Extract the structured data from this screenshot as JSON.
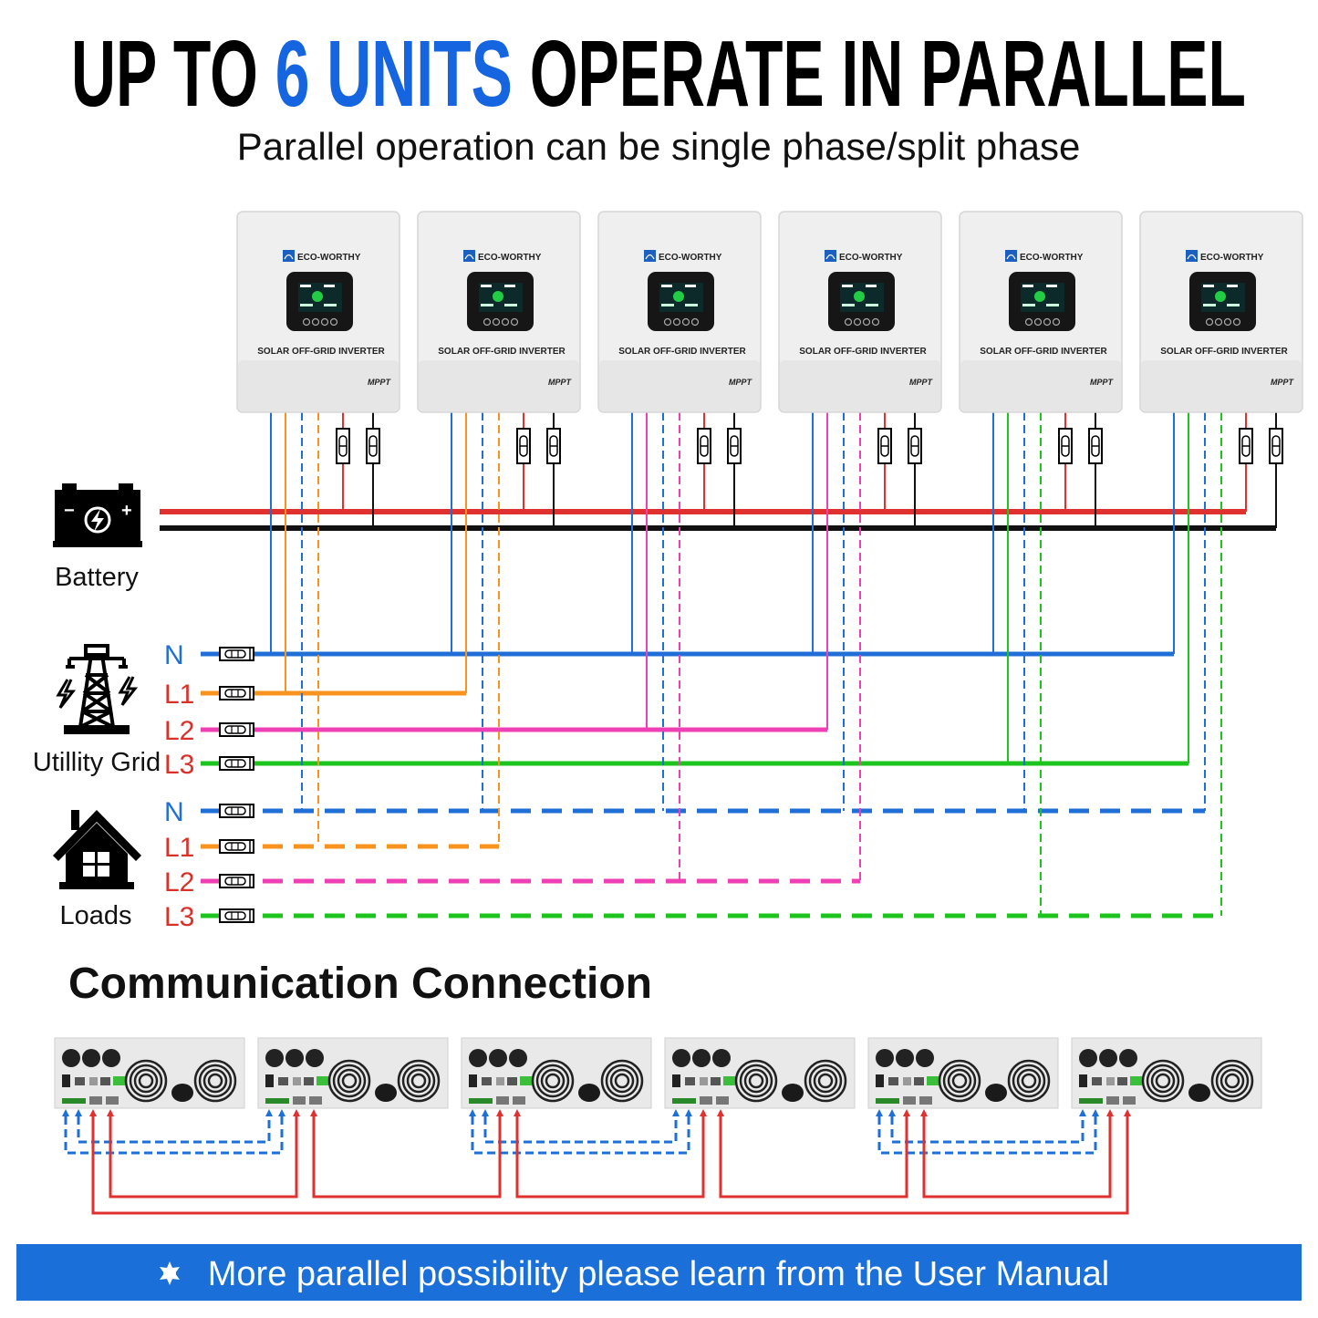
{
  "header": {
    "title_part1": "UP TO ",
    "title_highlight": "6 UNITS",
    "title_part2": " OPERATE IN PARALLEL",
    "subtitle": "Parallel operation can be single phase/split phase"
  },
  "inverter": {
    "count": 6,
    "brand": "ECO-WORTHY",
    "model_label": "SOLAR OFF-GRID INVERTER",
    "mppt_label": "MPPT",
    "phase_assignment": [
      "L1",
      "L1",
      "L2",
      "L2",
      "L3",
      "L3"
    ]
  },
  "sources": {
    "battery_label": "Battery",
    "grid_label": "Utillity Grid",
    "loads_label": "Loads",
    "grid_lines": [
      "N",
      "L1",
      "L2",
      "L3"
    ],
    "load_lines": [
      "N",
      "L1",
      "L2",
      "L3"
    ]
  },
  "communication": {
    "title": "Communication Connection"
  },
  "banner": {
    "icon": "gear-star-icon",
    "text": "More parallel possibility please learn from the User Manual"
  },
  "colors": {
    "accent_blue": "#1565e0",
    "neutral": "#1f6fd6",
    "L1": "#f7931e",
    "L2": "#ee3fb5",
    "L3": "#1ec41e",
    "battery_positive": "#e03131",
    "battery_negative": "#111111",
    "label_red": "#d9302a",
    "banner_bg": "#1a6fd8"
  }
}
